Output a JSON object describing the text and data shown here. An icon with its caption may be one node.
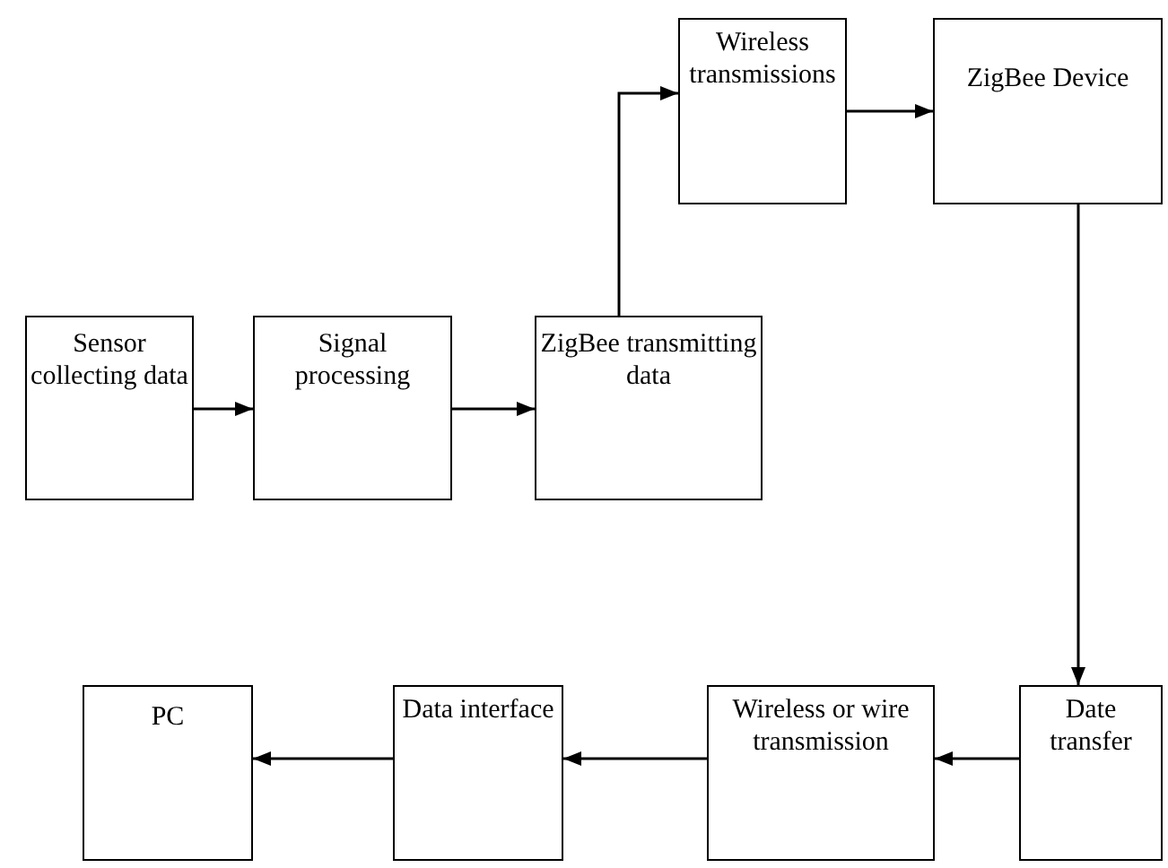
{
  "diagram": {
    "nodes": [
      {
        "text": [
          "Sensor collecting data"
        ]
      },
      {
        "text": [
          "Signal processing"
        ]
      },
      {
        "text": [
          "ZigBee transmitting data"
        ]
      },
      {
        "text": [
          "Wireless transmissions"
        ]
      },
      {
        "text": [
          "ZigBee Device"
        ]
      },
      {
        "text": [
          "Date transfer"
        ]
      },
      {
        "text": [
          "Wireless or wire transmission"
        ]
      },
      {
        "text": [
          "Data interface"
        ]
      },
      {
        "text": [
          "PC"
        ]
      }
    ],
    "edges": [
      {
        "from": 0,
        "to": 1,
        "arrow": "to"
      },
      {
        "from": 1,
        "to": 2,
        "arrow": "to"
      },
      {
        "from": 2,
        "to": 3,
        "arrow": "to"
      },
      {
        "from": 3,
        "to": 4,
        "arrow": "to"
      },
      {
        "from": 4,
        "to": 5,
        "arrow": "to"
      },
      {
        "from": 5,
        "to": 6,
        "arrow": "to"
      },
      {
        "from": 6,
        "to": 7,
        "arrow": "to"
      },
      {
        "from": 7,
        "to": 8,
        "arrow": "to"
      }
    ]
  }
}
